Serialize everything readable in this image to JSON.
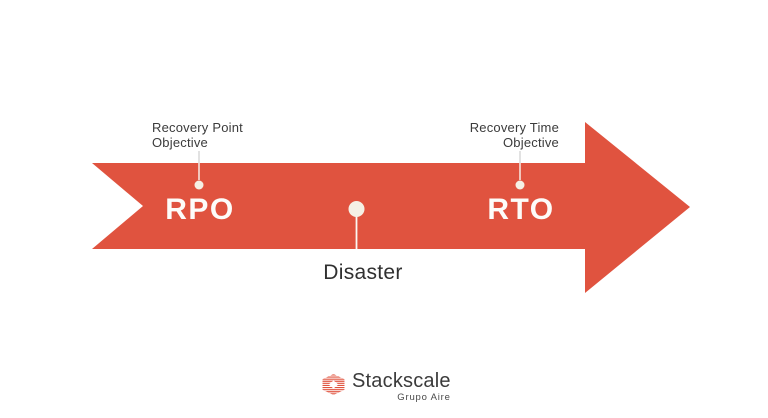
{
  "colors": {
    "arrow": "#E0533F",
    "label_text": "#3B3B3B",
    "abbr_text": "#FDFCF9",
    "marker": "#F5F0E5",
    "connector_gray": "#C6C6C6",
    "connector_white": "#FAF8F3",
    "disaster_text": "#303030",
    "brand_text": "#3B3B3B",
    "subbrand_text": "#4A4A4A",
    "background": "#FFFFFF"
  },
  "icons": {
    "brand_mark": "stackscale-layers-icon"
  },
  "diagram": {
    "rpo": {
      "abbr": "RPO",
      "label": [
        "Recovery Point",
        "Objective"
      ]
    },
    "rto": {
      "abbr": "RTO",
      "label": [
        "Recovery Time",
        "Objective"
      ]
    },
    "disaster": {
      "label": "Disaster"
    }
  },
  "footer": {
    "brand": "Stackscale",
    "subbrand": "Grupo Aire"
  }
}
